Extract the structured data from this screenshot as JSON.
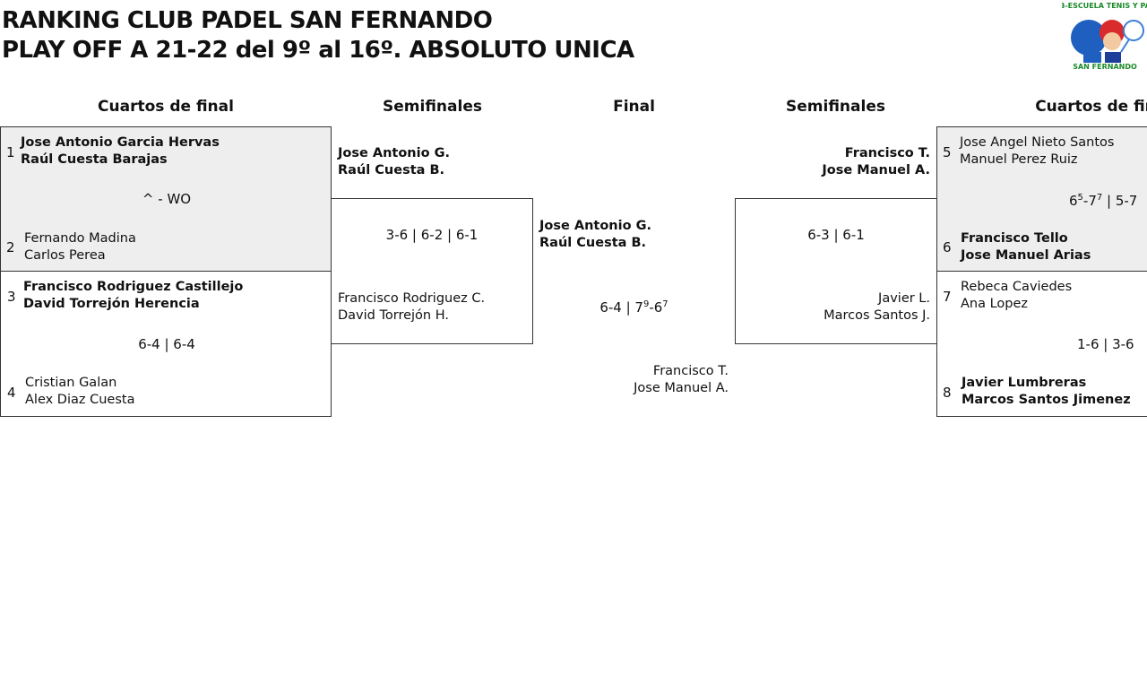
{
  "header": {
    "title_line1": "RANKING CLUB PADEL SAN FERNANDO",
    "title_line2": "PLAY OFF A 21-22 del 9º al 16º. ABSOLUTO UNICA",
    "logo_text_top": "CLUB-ESCUELA TENIS Y PADEL",
    "logo_text_bottom": "SAN FERNANDO"
  },
  "columns": {
    "qf_left": "Cuartos de final",
    "sf_left": "Semifinales",
    "final": "Final",
    "sf_right": "Semifinales",
    "qf_right": "Cuartos de fin"
  },
  "qf_left_top": {
    "seed1": "1",
    "p1a": "Jose Antonio Garcia Hervas",
    "p1b": "Raúl Cuesta Barajas",
    "score": "^ - WO",
    "seed2": "2",
    "p2a": "Fernando Madina",
    "p2b": "Carlos Perea"
  },
  "qf_left_bottom": {
    "seed1": "3",
    "p1a": "Francisco Rodriguez Castillejo",
    "p1b": "David Torrejón Herencia",
    "score": "6-4 | 6-4",
    "seed2": "4",
    "p2a": "Cristian Galan",
    "p2b": "Alex Diaz Cuesta"
  },
  "sf_left": {
    "t1a": "Jose Antonio G.",
    "t1b": "Raúl Cuesta B.",
    "score": "3-6 | 6-2 | 6-1",
    "t2a": "Francisco Rodriguez C.",
    "t2b": "David Torrejón H."
  },
  "final": {
    "t1a": "Jose Antonio G.",
    "t1b": "Raúl Cuesta B.",
    "score_a": "6-4 | 7",
    "score_sup1": "9",
    "score_b": "-6",
    "score_sup2": "7",
    "t2a": "Francisco T.",
    "t2b": "Jose Manuel A."
  },
  "sf_right": {
    "t1a": "Francisco T.",
    "t1b": "Jose Manuel A.",
    "score": "6-3 | 6-1",
    "t2a": "Javier L.",
    "t2b": "Marcos Santos J."
  },
  "qf_right_top": {
    "seed1": "5",
    "p1a": "Jose Angel Nieto Santos",
    "p1b": "Manuel Perez Ruiz",
    "score_a": "6",
    "score_sup1": "5",
    "score_b": "-7",
    "score_sup2": "7",
    "score_c": " | 5-7",
    "seed2": "6",
    "p2a": "Francisco Tello",
    "p2b": "Jose Manuel Arias"
  },
  "qf_right_bottom": {
    "seed1": "7",
    "p1a": "Rebeca Caviedes",
    "p1b": "Ana Lopez",
    "score": "1-6 | 3-6",
    "seed2": "8",
    "p2a": "Javier Lumbreras",
    "p2b": "Marcos Santos Jimenez"
  }
}
